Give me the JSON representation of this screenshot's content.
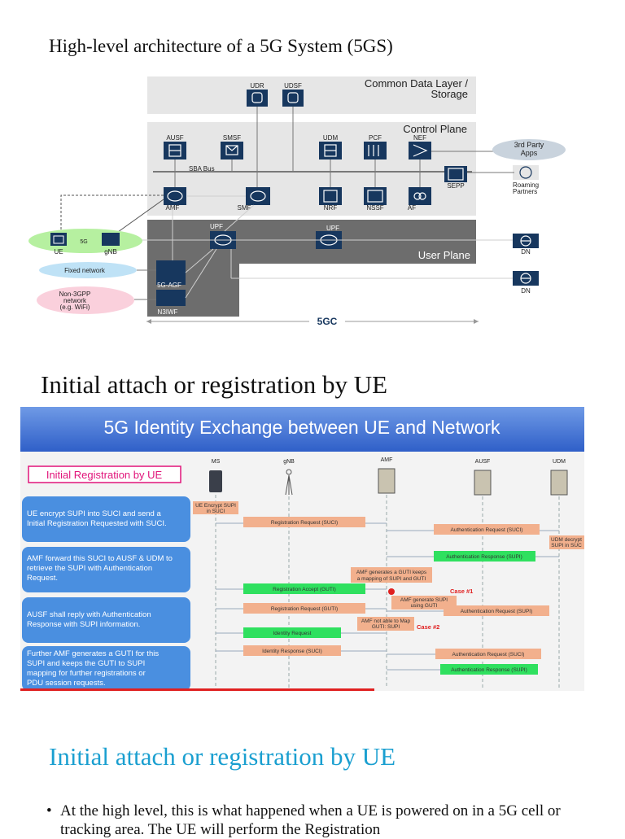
{
  "headings": {
    "arch_title": "High-level architecture of a 5G System (5GS)",
    "attach_title": "Initial attach or registration by UE",
    "attach_title2": "Initial attach or registration by UE"
  },
  "body": {
    "bullet_text": "At the high level, this is what happened when a UE is powered on in a 5G cell or tracking area. The UE will perform the Registration"
  },
  "arch": {
    "common_data_label": "Common Data Layer /",
    "common_data_label2": "Storage",
    "control_plane_label": "Control Plane",
    "user_plane_label": "User Plane",
    "sba_bus": "SBA Bus",
    "fivegc": "5GC",
    "nf": {
      "udr": "UDR",
      "udsf": "UDSF",
      "ausf": "AUSF",
      "smsf": "SMSF",
      "udm": "UDM",
      "pcf": "PCF",
      "nef": "NEF",
      "sepp": "SEPP",
      "amf": "AMF",
      "smf": "SMF",
      "nrf": "NRF",
      "nssf": "NSSF",
      "af": "AF",
      "upf1": "UPF",
      "upf2": "UPF",
      "agf": "5G-AGF",
      "n3iwf": "N3IWF",
      "ue": "UE",
      "gnb": "gNB",
      "g5": "5G",
      "dn1": "DN",
      "dn2": "DN"
    },
    "third_party": "3rd Party",
    "third_party2": "Apps",
    "roaming": "Roaming",
    "roaming2": "Partners",
    "fixed_network": "Fixed network",
    "non3gpp": "Non-3GPP",
    "non3gpp2": "network",
    "non3gpp3": "(e.g. WiFi)",
    "colors": {
      "panel": "#e6e6e6",
      "userplane": "#6d6d6d",
      "node": "#17375e",
      "cloud_green": "#b6f0a0",
      "cloud_blue": "#bfe2f6",
      "cloud_pink": "#fad0dc",
      "cloud_grey": "#c9d3dd"
    }
  },
  "flow": {
    "banner_title": "5G Identity Exchange between UE and Network",
    "section_label": "Initial Registration by UE",
    "entities": {
      "ms": "MS",
      "gnb": "gNB",
      "amf": "AMF",
      "ausf": "AUSF",
      "udm": "UDM"
    },
    "steps": [
      "UE encrypt SUPI into SUCI and send a Initial Registration Requested with SUCI.",
      "AMF forward this SUCI to AUSF & UDM to retrieve the SUPI with Authentication Request.",
      "AUSF shall reply with Authentication Response with SUPI information.",
      "Further AMF generates a GUTI for this SUPI and keeps the GUTI to SUPI mapping for further registrations or PDU session requests."
    ],
    "messages": {
      "ue_encrypt": "UE Encrypt SUPI",
      "ue_encrypt2": "in SUCI",
      "reg_req_suci": "Registration Request (SUCI)",
      "auth_req_suci": "Authentication Request (SUCI)",
      "udm_decrypt": "UDM decrypt",
      "udm_decrypt2": "SUPI in SUC",
      "auth_resp_supi": "Authentication Response (SUPI)",
      "amf_gen_guti": "AMF generates a GUTI keeps",
      "amf_gen_guti2": "a mapping of SUPI and GUTI",
      "case1": "Case #1",
      "reg_accept": "Registration Accept (GUTI)",
      "amf_gen_supi": "AMF generate SUPI",
      "amf_gen_supi2": "using GUTI",
      "reg_req_guti": "Registration Request (GUTI)",
      "auth_req_supi": "Authentication Request (SUPI)",
      "amf_not_able": "AMF not able to Map",
      "amf_not_able2": "GUTI: SUPI",
      "case2": "Case #2",
      "identity_req": "Identity Request",
      "identity_resp": "Identity Response (SUCI)",
      "auth_req_suci2": "Authentication Request (SUCI)",
      "auth_resp_supi2": "Authentication Response (SUPI)"
    },
    "colors": {
      "banner_top": "#6f9ae6",
      "banner_bottom": "#2f5fc8",
      "step_box": "#4a8fe0",
      "label_pink": "#e1147a",
      "msg_orange": "#f2b08d",
      "msg_green": "#2fe05f",
      "case_red": "#e02020"
    }
  }
}
